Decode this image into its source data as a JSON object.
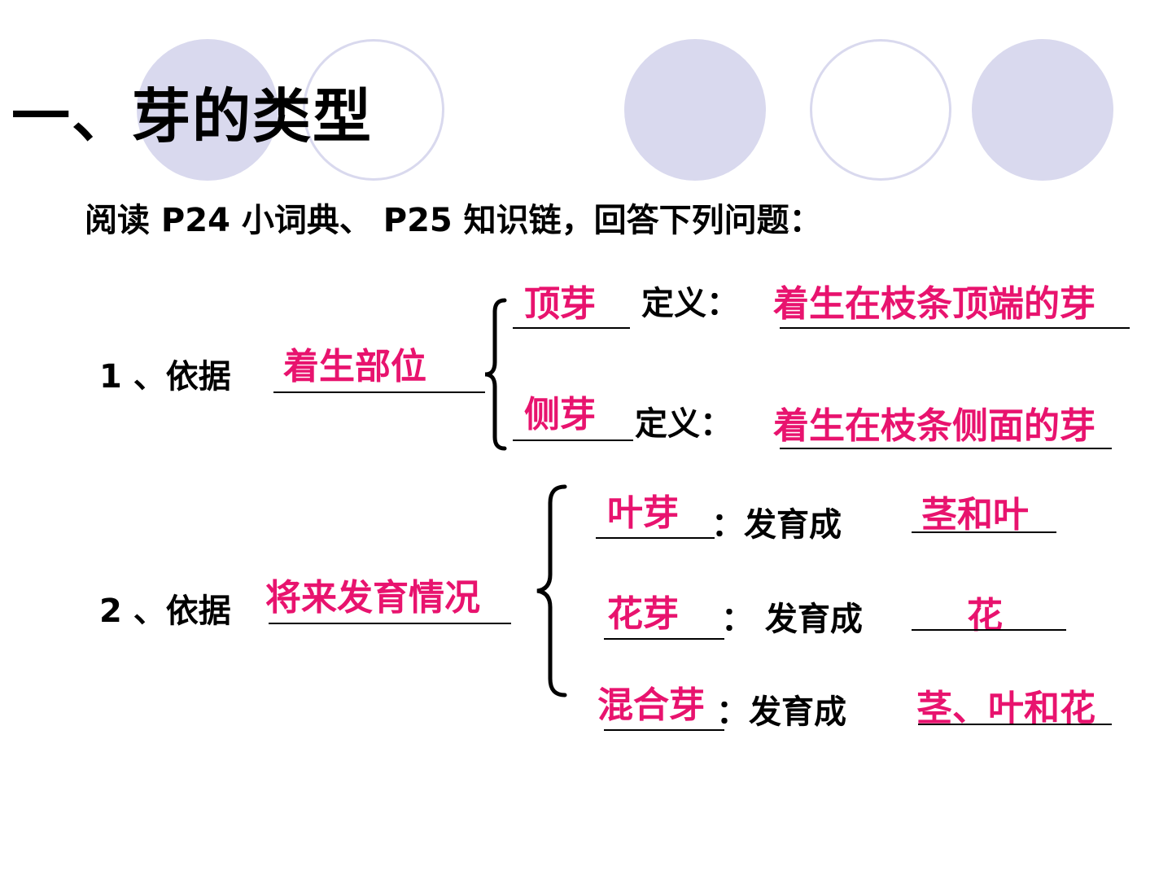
{
  "title": "一、芽的类型",
  "instruction": "阅读 P24 小词典、 P25 知识链，回答下列问题：",
  "colors": {
    "answer": "#e8136e",
    "decor_circle": "#d9d9ee",
    "text": "#000000"
  },
  "section1": {
    "label": "1 、依据",
    "basis_answer": "着生部位",
    "items": [
      {
        "name_answer": "顶芽",
        "def_label": "定义：",
        "def_answer": "着生在枝条顶端的芽"
      },
      {
        "name_answer": "侧芽",
        "def_label": "定义：",
        "def_answer": "着生在枝条侧面的芽"
      }
    ]
  },
  "section2": {
    "label": "2 、依据",
    "basis_answer": "将来发育情况",
    "items": [
      {
        "name_answer": "叶芽",
        "develop_label": "：发育成",
        "develop_answer": "茎和叶"
      },
      {
        "name_answer": "花芽",
        "develop_label": "： 发育成",
        "develop_answer": "花"
      },
      {
        "name_answer": "混合芽",
        "develop_label": "：发育成",
        "develop_answer": "茎、叶和花"
      }
    ]
  }
}
